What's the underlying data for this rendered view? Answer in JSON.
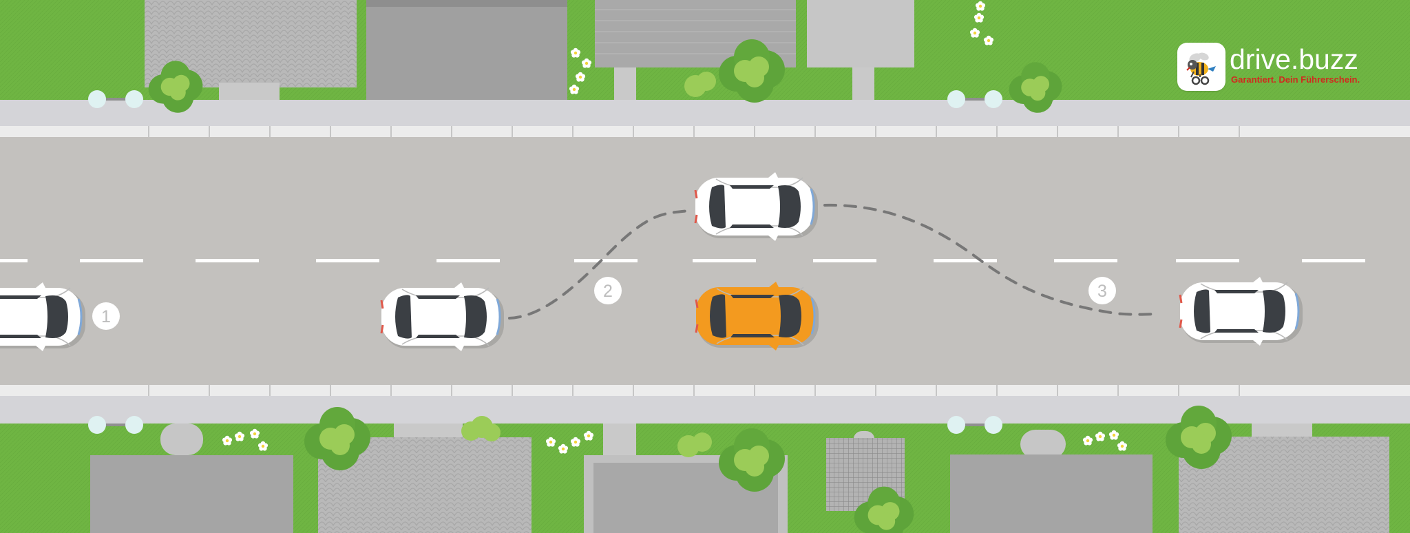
{
  "brand": {
    "name": "drive.buzz",
    "tagline": "Garantiert. Dein Führerschein.",
    "icon": "bee-mascot-icon",
    "tagline_color": "#d02a1e"
  },
  "markers": {
    "m1": "1",
    "m2": "2",
    "m3": "3"
  },
  "vehicles": [
    {
      "role": "car-left-edge",
      "color": "#ffffff"
    },
    {
      "role": "car-lane",
      "color": "#ffffff"
    },
    {
      "role": "car-overtaking",
      "color": "#ffffff"
    },
    {
      "role": "car-highlighted",
      "color": "#f39a1f"
    },
    {
      "role": "car-right",
      "color": "#ffffff"
    }
  ],
  "colors": {
    "grass": "#6fb543",
    "road": "#c3c1be",
    "sidewalk": "#d4d4d8",
    "lane_marking": "#ffffff",
    "path_dashes": "#777777",
    "highlight_car": "#f39a1f"
  }
}
